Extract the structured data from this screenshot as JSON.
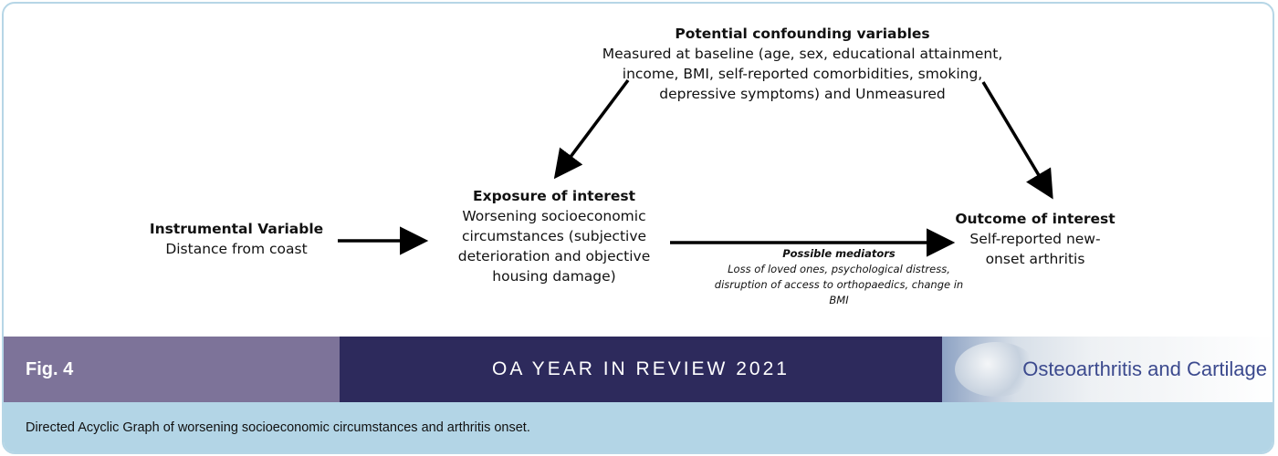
{
  "diagram": {
    "confounders": {
      "title": "Potential confounding variables",
      "body": "Measured at baseline (age, sex, educational attainment, income, BMI, self-reported comorbidities, smoking, depressive symptoms) and Unmeasured"
    },
    "exposure": {
      "title": "Exposure of interest",
      "body": "Worsening socioeconomic circumstances (subjective deterioration and objective housing damage)"
    },
    "instrument": {
      "title": "Instrumental Variable",
      "body": "Distance from coast"
    },
    "outcome": {
      "title": "Outcome of interest",
      "body": "Self-reported new-onset arthritis"
    },
    "mediators": {
      "title": "Possible mediators",
      "body": "Loss of loved ones, psychological distress, disruption of access to orthopaedics, change in BMI"
    },
    "edges": [
      {
        "from": "instrument",
        "to": "exposure"
      },
      {
        "from": "confounders",
        "to": "exposure"
      },
      {
        "from": "confounders",
        "to": "outcome"
      },
      {
        "from": "exposure",
        "to": "outcome"
      }
    ]
  },
  "banner": {
    "figure_label": "Fig. 4",
    "journal_header": "OA YEAR IN REVIEW 2021",
    "journal_name": "Osteoarthritis and Cartilage"
  },
  "caption": "Directed Acyclic Graph of worsening socioeconomic circumstances and arthritis onset.",
  "colors": {
    "frame_border": "#b6d6e6",
    "fig_band": "#7d7399",
    "journal_band": "#2d2a5c",
    "caption_band": "#b3d5e6",
    "journal_name_text": "#3c4a8e"
  }
}
